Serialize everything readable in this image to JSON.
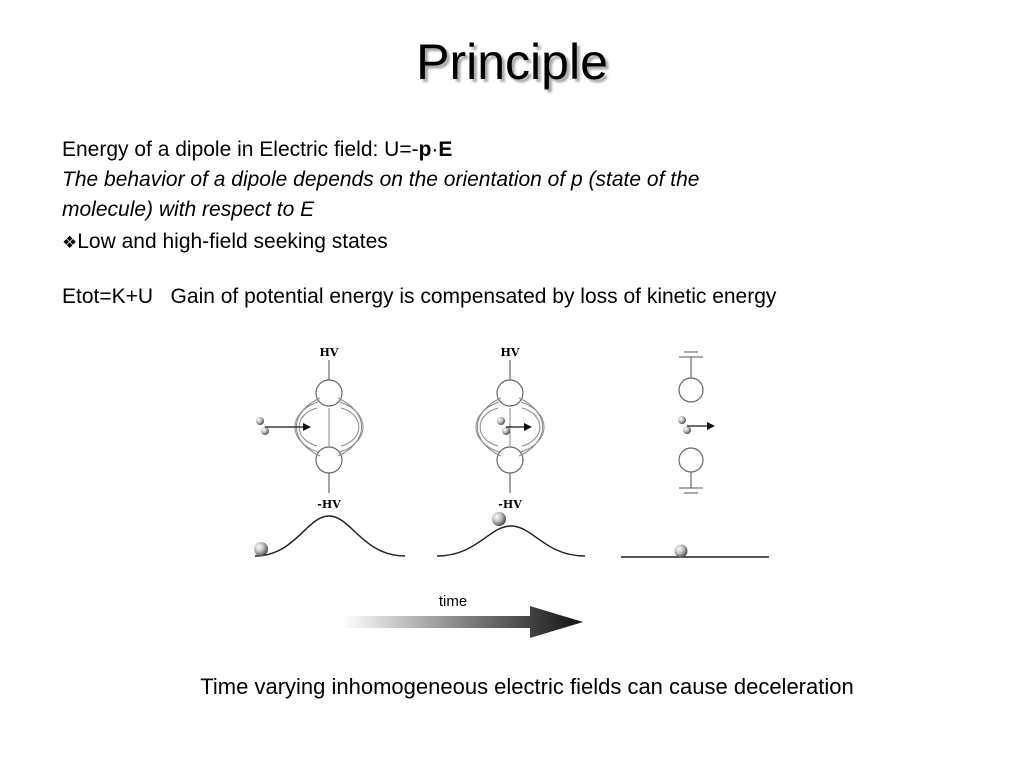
{
  "title": "Principle",
  "line1": {
    "prefix": "Energy of a dipole in Electric field: U=-",
    "formula_p": "p",
    "formula_dot": "·",
    "formula_e": "E"
  },
  "line2": "The behavior of a dipole depends on the orientation of p (state of the",
  "line3": "molecule) with respect to E",
  "bullet": {
    "symbol": "❖",
    "text": "Low and high-field seeking states"
  },
  "energy_line": "Etot=K+U   Gain of potential energy is compensated by loss of kinetic energy",
  "diagram": {
    "hv_label": "HV",
    "neg_hv_label": "-HV",
    "time_label": "time"
  },
  "caption": "Time varying inhomogeneous electric fields can cause deceleration"
}
